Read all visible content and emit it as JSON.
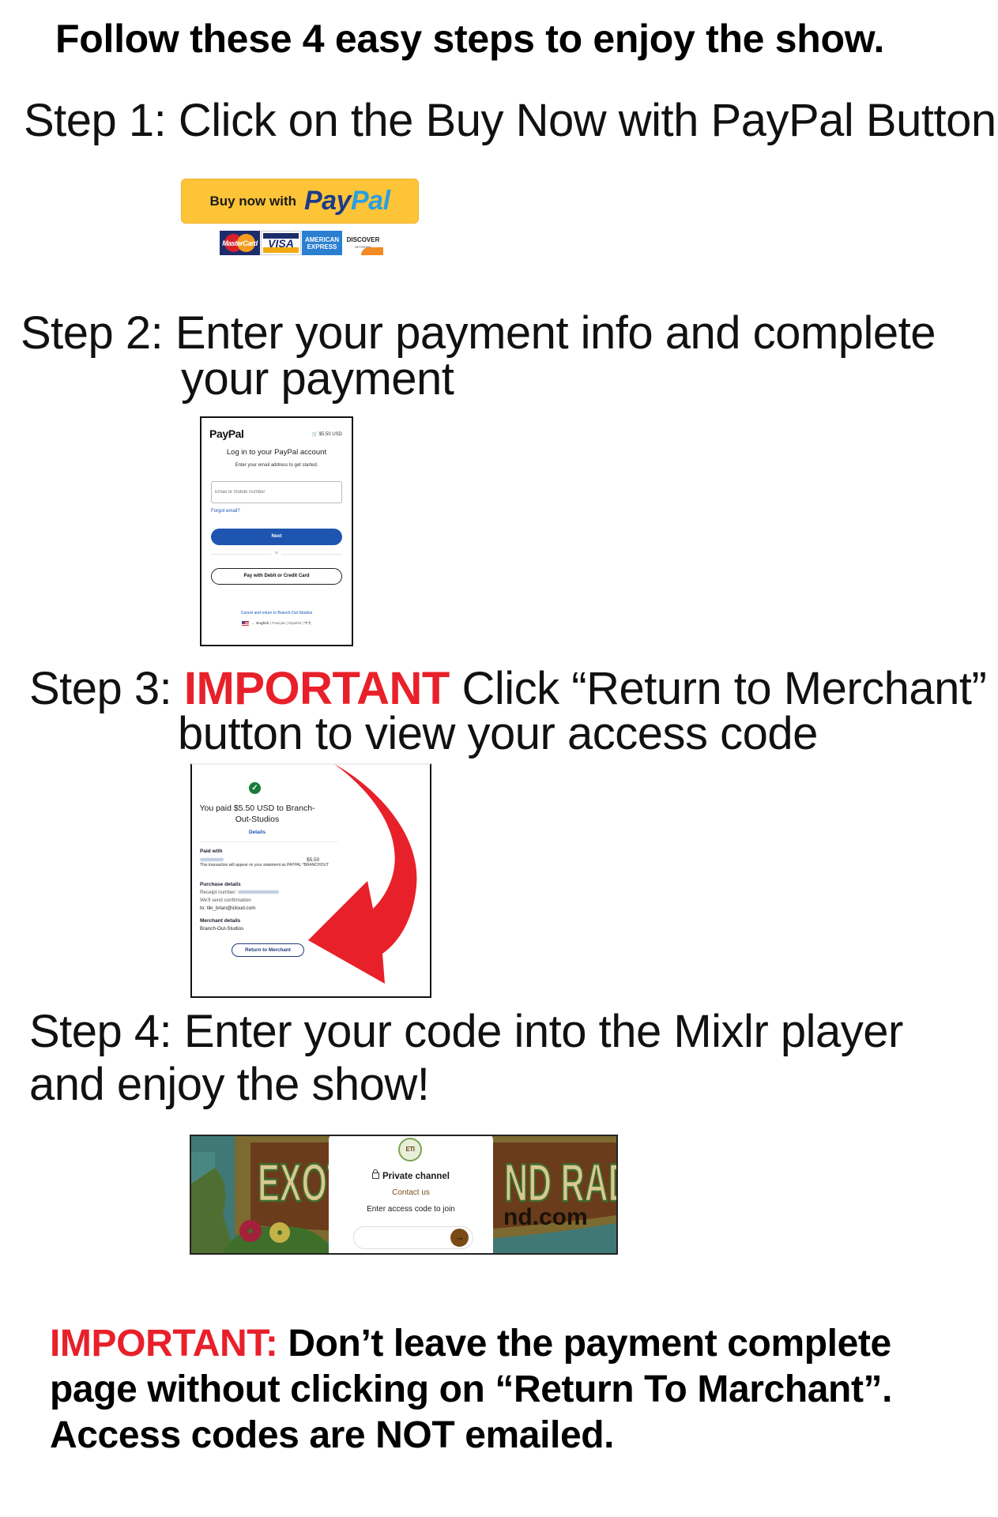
{
  "title": "Follow these 4 easy steps to enjoy the show.",
  "steps": [
    {
      "line1": "Step 1: Click on the Buy Now with PayPal Button"
    },
    {
      "line1": "Step 2: Enter your payment info and complete",
      "line2": "your payment"
    },
    {
      "prefix": "Step 3: ",
      "important": "IMPORTANT",
      "line1_rest": " Click “Return to Merchant”",
      "line2": "button to view your access code"
    },
    {
      "line1": "Step 4: Enter your code into the Mixlr player",
      "line2": "and enjoy the show!"
    }
  ],
  "paypal_button": {
    "buy_now_with": "Buy now with",
    "pay": "Pay",
    "pal": "Pal",
    "cards": [
      "MasterCard",
      "VISA",
      "AMERICAN",
      "EXPRESS",
      "DISCOVER",
      "NETWORK"
    ]
  },
  "paypal_login": {
    "logo": "PayPal",
    "cart_amount": "$5.50 USD",
    "heading": "Log in to your PayPal account",
    "subheading": "Enter your email address to get started.",
    "email_placeholder": "Email or mobile number",
    "forgot_email": "Forgot email?",
    "next": "Next",
    "or": "or",
    "pay_with_card": "Pay with Debit or Credit Card",
    "cancel_link": "Cancel and return to Branch-Out-Studios",
    "languages": [
      "English",
      "Français",
      "Español",
      "中文"
    ]
  },
  "paypal_confirm": {
    "heading": "You paid $5.50 USD to Branch-Out-Studios",
    "details_link": "Details",
    "paid_with_label": "Paid with",
    "amount": "$5.50",
    "statement_note": "This transaction will appear on your statement as PAYPAL *BRANCHOUT",
    "purchase_details_label": "Purchase details",
    "receipt_label": "Receipt number:",
    "confirmation_line": "We'll send confirmation",
    "confirmation_to_prefix": "to: ",
    "confirmation_email": "tiki_brian@icloud.com",
    "merchant_details_label": "Merchant details",
    "merchant_name": "Branch-Out-Studios",
    "return_button": "Return to Merchant",
    "arrow_color": "#e8202a"
  },
  "mixlr": {
    "logo_text": "ETI",
    "private_channel": "Private channel",
    "contact_us": "Contact us",
    "enter_code": "Enter access code to join",
    "code_value": "",
    "background_text_left": "EXOT",
    "background_text_right": "ND RADIO",
    "background_url_fragment": "nd.com"
  },
  "notice": {
    "important": "IMPORTANT:",
    "text": " Don’t leave the payment complete page without clicking on “Return To Marchant”. Access codes are NOT emailed."
  },
  "colors": {
    "important_red": "#e8202a",
    "paypal_yellow": "#fec438",
    "paypal_blue": "#1e55b0"
  }
}
